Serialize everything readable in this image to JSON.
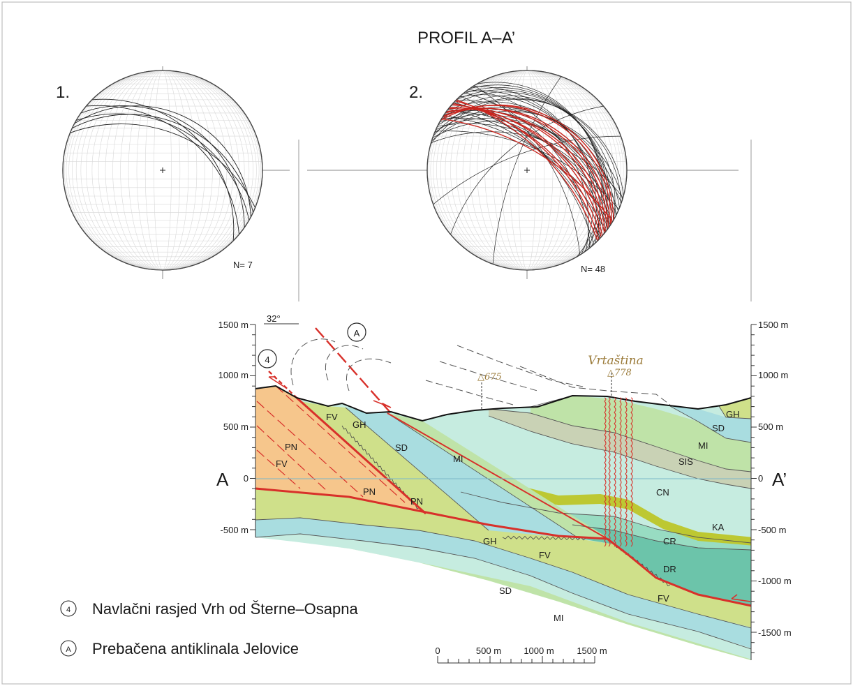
{
  "title": "PROFIL A–A’",
  "stereonets": [
    {
      "number": "1.",
      "n_label": "N= 7"
    },
    {
      "number": "2.",
      "n_label": "N= 48"
    }
  ],
  "profile": {
    "left_end": "A",
    "right_end": "A’",
    "dip_label": "32°",
    "left_axis": [
      "1500 m",
      "1000 m",
      "500 m",
      "0",
      "-500 m"
    ],
    "right_axis": [
      "1500 m",
      "1000 m",
      "500 m",
      "0",
      "-500 m",
      "-1000 m",
      "-1500 m"
    ],
    "peak_name": "Vrtaština",
    "peak_elev_1": "△778",
    "peak_elev_2": "△675",
    "marker_fault": "4",
    "marker_fold": "A"
  },
  "units": {
    "FV_1": "FV",
    "FV_2": "FV",
    "FV_3": "FV",
    "FV_4": "FV",
    "GH_1": "GH",
    "GH_2": "GH",
    "GH_3": "GH",
    "SD_1": "SD",
    "SD_2": "SD",
    "SD_3": "SD",
    "MI_1": "MI",
    "MI_2": "MI",
    "MI_3": "MI",
    "PN_1": "PN",
    "PN_2": "PN",
    "PN_3": "PN",
    "SIS": "SIS",
    "CN": "CN",
    "KA": "KA",
    "CR": "CR",
    "DR": "DR"
  },
  "scale_bar": {
    "labels": [
      "0",
      "500 m",
      "1000 m",
      "1500 m"
    ]
  },
  "legend": [
    {
      "marker": "4",
      "text": "Navlačni rasjed Vrh od Šterne–Osapna"
    },
    {
      "marker": "A",
      "text": "Prebačena antiklinala Jelovice"
    }
  ],
  "colors": {
    "orange": "#f6c68c",
    "yellow_green": "#cfe08a",
    "light_blue": "#a9dde0",
    "pale_green": "#bfe3a8",
    "mint": "#c6ece0",
    "grey_green": "#c9d2b5",
    "teal": "#6cc4aa",
    "teal_mid": "#98dcc2",
    "olive_band": "#bdc832",
    "fault_red": "#d8302a",
    "tan": "#9b7b3a"
  }
}
